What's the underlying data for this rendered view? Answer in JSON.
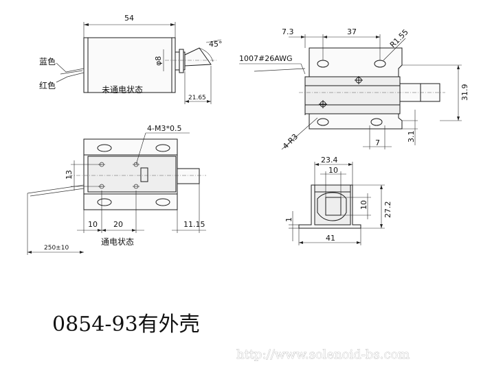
{
  "side_view": {
    "dim_length": "54",
    "dim_diameter": "φ8",
    "dim_angle": "45°",
    "dim_stroke": "21.65",
    "wire_blue": "蓝色",
    "wire_red": "红色",
    "state_label": "未通电状态"
  },
  "top_right_view": {
    "dim_left": "7.3",
    "dim_span": "37",
    "dim_radius_top": "R1.55",
    "wire_spec": "1007#26AWG",
    "dim_height": "31.9",
    "dim_radius_bottom": "4-R3",
    "dim_offset": "7",
    "dim_small": "3.1"
  },
  "front_view": {
    "screw_label": "4-M3*0.5",
    "dim_13": "13",
    "dim_10": "10",
    "dim_20": "20",
    "dim_plunger": "11.15",
    "dim_wire": "250±10",
    "state_label": "通电状态"
  },
  "end_view": {
    "dim_width_top": "23.4",
    "dim_inner": "10",
    "dim_inner_v": "10",
    "dim_height": "27.2",
    "dim_thickness": "1",
    "dim_base": "41"
  },
  "model_title": "0854-93有外壳",
  "watermark_url": "http://www.solenoid-bs.com"
}
